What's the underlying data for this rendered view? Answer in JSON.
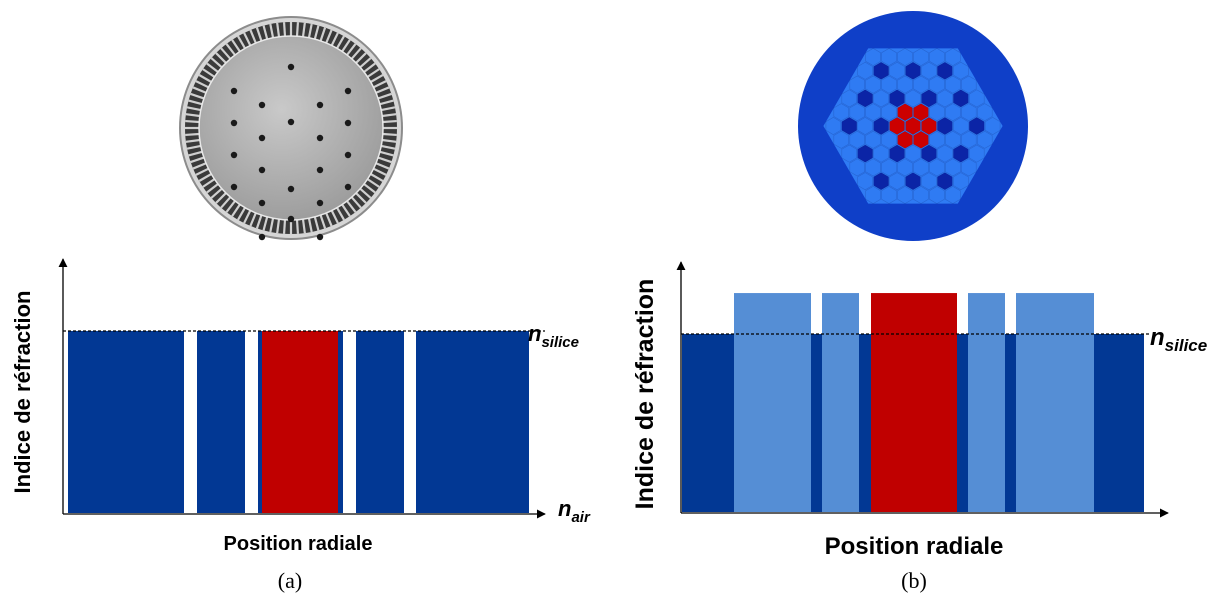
{
  "colors": {
    "deep_blue": "#023894",
    "light_blue": "#558ed5",
    "red": "#c00000",
    "fiber_outer_blue": "#0f3fc8",
    "fiber_cell_blue": "#2f7bf3",
    "fiber_hole_blue": "#0b24a6",
    "fiber_core_red": "#cc0000",
    "sem_gray": "#b5b5b5"
  },
  "panel_a": {
    "caption": "(a)",
    "y_label": "Indice de réfraction",
    "x_label": "Position radiale",
    "n_top": {
      "base": "n",
      "sub": "silice"
    },
    "n_bottom": {
      "base": "n",
      "sub": "air"
    },
    "image_icon": "sem-photonic-crystal-fiber-icon",
    "profile_levels": {
      "silice": 1.0,
      "air": 0.0
    },
    "profile": [
      {
        "material": "silice",
        "width": 116,
        "color": "deep_blue"
      },
      {
        "material": "air",
        "width": 13,
        "color": "white"
      },
      {
        "material": "silice",
        "width": 48,
        "color": "deep_blue"
      },
      {
        "material": "air",
        "width": 13,
        "color": "white"
      },
      {
        "material": "silice",
        "width": 4,
        "color": "deep_blue"
      },
      {
        "material": "core",
        "width": 76,
        "color": "red"
      },
      {
        "material": "silice",
        "width": 5,
        "color": "deep_blue"
      },
      {
        "material": "air",
        "width": 13,
        "color": "white"
      },
      {
        "material": "silice",
        "width": 48,
        "color": "deep_blue"
      },
      {
        "material": "air",
        "width": 12,
        "color": "white"
      },
      {
        "material": "silice",
        "width": 113,
        "color": "deep_blue"
      }
    ]
  },
  "panel_b": {
    "caption": "(b)",
    "y_label": "Indice de réfraction",
    "x_label": "Position radiale",
    "n_top": {
      "base": "n",
      "sub": "silice"
    },
    "image_icon": "hexagonal-fiber-cross-section-icon",
    "profile_levels": {
      "silice": 1.0,
      "high": 1.23
    },
    "profile": [
      {
        "material": "silice",
        "width": 52,
        "level": "silice",
        "color": "deep_blue"
      },
      {
        "material": "high-index",
        "width": 77,
        "level": "high",
        "color": "light_blue"
      },
      {
        "material": "silice",
        "width": 11,
        "level": "silice",
        "color": "deep_blue"
      },
      {
        "material": "high-index",
        "width": 37,
        "level": "high",
        "color": "light_blue"
      },
      {
        "material": "silice",
        "width": 12,
        "level": "silice",
        "color": "deep_blue"
      },
      {
        "material": "core",
        "width": 86,
        "level": "high",
        "color": "red"
      },
      {
        "material": "silice",
        "width": 11,
        "level": "silice",
        "color": "deep_blue"
      },
      {
        "material": "high-index",
        "width": 37,
        "level": "high",
        "color": "light_blue"
      },
      {
        "material": "silice",
        "width": 11,
        "level": "silice",
        "color": "deep_blue"
      },
      {
        "material": "high-index",
        "width": 78,
        "level": "high",
        "color": "light_blue"
      },
      {
        "material": "silice",
        "width": 50,
        "level": "silice",
        "color": "deep_blue"
      }
    ]
  }
}
